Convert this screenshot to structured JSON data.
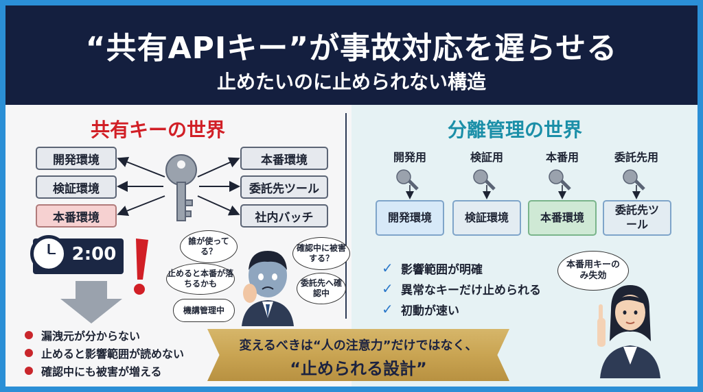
{
  "header": {
    "title": "“共有APIキー”が事故対応を遅らせる",
    "subtitle": "止めたいのに止められない構造"
  },
  "left": {
    "title": "共有キーの世界",
    "envs_left": [
      "開発環境",
      "検証環境",
      "本番環境"
    ],
    "envs_right": [
      "本番環境",
      "委託先ツール",
      "社内バッチ"
    ],
    "timer": "2:00",
    "bullets": [
      "漏洩元が分からない",
      "止めると影響範囲が読めない",
      "確認中にも被害が増える"
    ],
    "bubbles": [
      "誰が使ってる？",
      "確認中に被害する？",
      "止めると本番が落ちるかも",
      "委託先へ確認中",
      "機講管理中"
    ]
  },
  "right": {
    "title": "分離管理の世界",
    "keys": [
      {
        "label": "開発用",
        "target": "開発環境"
      },
      {
        "label": "検証用",
        "target": "検証環境"
      },
      {
        "label": "本番用",
        "target": "本番環境"
      },
      {
        "label": "委託先用",
        "target": "委託先ツール"
      }
    ],
    "bullets": [
      "影響範囲が明確",
      "異常なキーだけ止められる",
      "初動が速い"
    ],
    "bubble": "本番用キーのみ失効"
  },
  "banner": {
    "line1": "変えるべきは“人の注意力”だけではなく、",
    "line2": "“止められる設計”"
  },
  "colors": {
    "navy": "#141f3f",
    "red": "#d11f26",
    "teal": "#1b8fa8",
    "gold": "#c9a452"
  }
}
